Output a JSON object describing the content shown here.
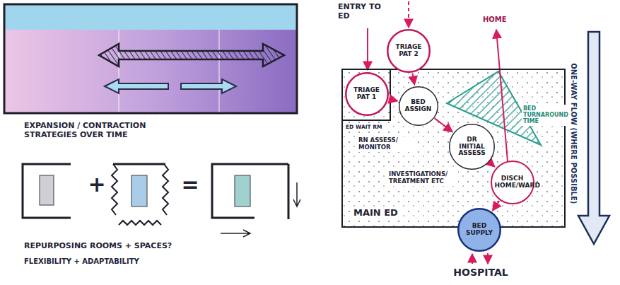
{
  "diagram": {
    "nodes": [
      {
        "text": [
          "MAIN ED"
        ]
      },
      {
        "text": [
          "TRIAGE PAT 1"
        ],
        "in": 0
      },
      {
        "text": [
          "TRIAGE PAT 2"
        ]
      },
      {
        "text": [
          "BED ASSIGN"
        ],
        "in": 0
      },
      {
        "text": [
          "DR INITIAL ASSESS"
        ],
        "in": 0
      },
      {
        "text": [
          "DISCH HOME/WARD"
        ],
        "in": 0
      },
      {
        "text": [
          "BED SUPPLY"
        ]
      }
    ],
    "edges": [
      {
        "from": 1,
        "to": 3,
        "arrow": "to"
      },
      {
        "from": 2,
        "to": 3,
        "arrow": "to"
      },
      {
        "from": 3,
        "to": 4,
        "arrow": "to"
      },
      {
        "from": 4,
        "to": 5,
        "arrow": "to"
      },
      {
        "from": 5,
        "to": 6,
        "arrow": "to"
      }
    ],
    "labels": [
      "ENTRY TO ED",
      "HOME",
      "BED TURNAROUND TIME",
      "ED WAIT RM",
      "RN ASSESS/ MONITOR",
      "INVESTIGATIONS/ TREATMENT ETC",
      "HOSPITAL",
      "ONE-WAY FLOW (WHERE POSSIBLE)",
      "EXPANSION / CONTRACTION STRATEGIES OVER TIME",
      "+",
      "=",
      "REPURPOSING ROOMS + SPACES?",
      "FLEXIBILITY + ADAPTABILITY"
    ]
  }
}
